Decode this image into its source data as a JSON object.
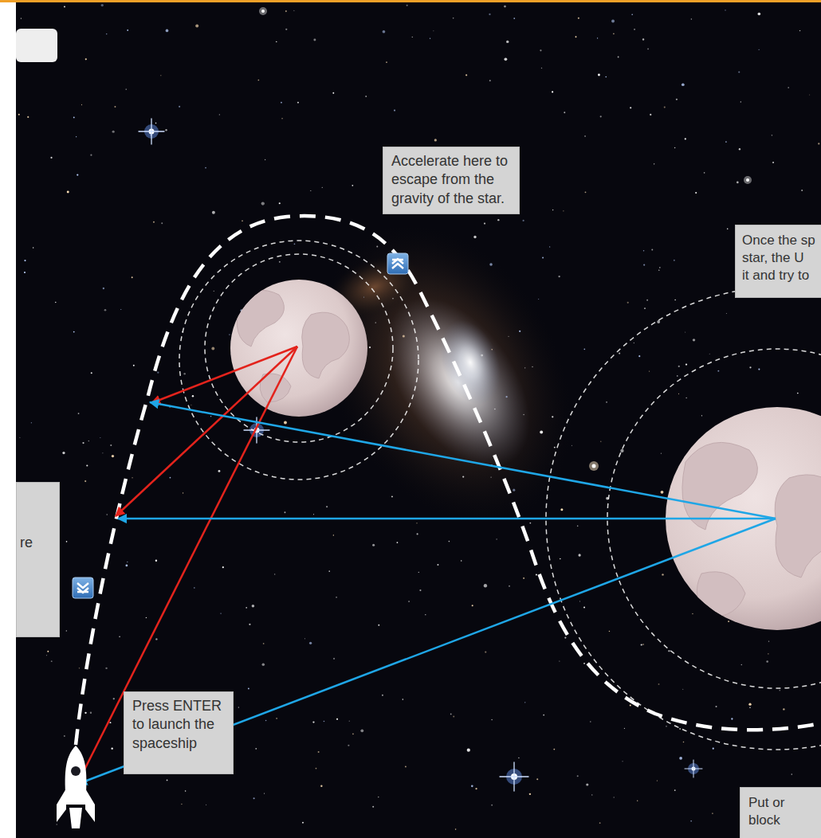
{
  "diagram": {
    "nodes": [
      {
        "text": [
          "Accelerate here to escape from the gravity of the star."
        ]
      },
      {
        "text": [
          "Once the sp",
          "star, the U",
          "it and try to"
        ]
      },
      {
        "text": [
          "re"
        ]
      },
      {
        "text": [
          "Press ENTER to launch the spaceship"
        ]
      },
      {
        "text": [
          "Put or",
          "block"
        ]
      }
    ]
  }
}
